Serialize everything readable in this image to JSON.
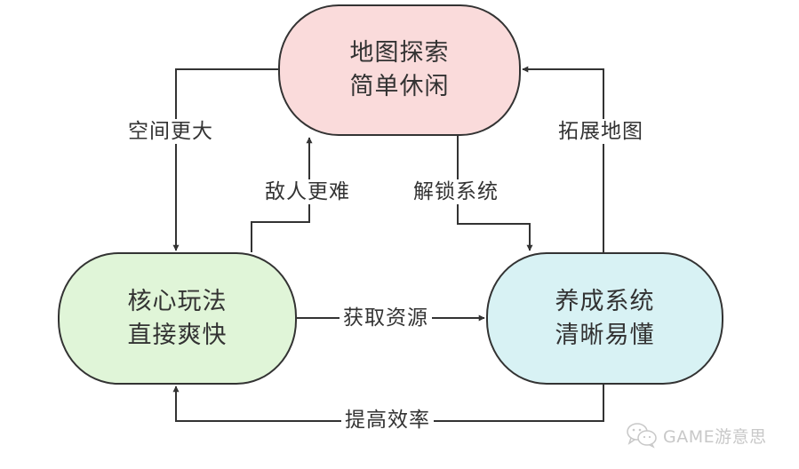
{
  "nodes": {
    "explore": {
      "line1": "地图探索",
      "line2": "简单休闲",
      "fill": "#fadbdb"
    },
    "core": {
      "line1": "核心玩法",
      "line2": "直接爽快",
      "fill": "#e0f5d8"
    },
    "growth": {
      "line1": "养成系统",
      "line2": "清晰易懂",
      "fill": "#d8f2f4"
    }
  },
  "edges": [
    {
      "from": "explore",
      "to": "core",
      "label": "空间更大"
    },
    {
      "from": "core",
      "to": "explore",
      "label": "敌人更难"
    },
    {
      "from": "explore",
      "to": "growth",
      "label": "解锁系统"
    },
    {
      "from": "growth",
      "to": "explore",
      "label": "拓展地图"
    },
    {
      "from": "core",
      "to": "growth",
      "label": "获取资源"
    },
    {
      "from": "growth",
      "to": "core",
      "label": "提高效率"
    }
  ],
  "watermark": {
    "icon": "wechat-icon",
    "text": "GAME游意思"
  },
  "colors": {
    "stroke": "#333333",
    "text": "#333333",
    "watermark": "#c8c8c8"
  }
}
